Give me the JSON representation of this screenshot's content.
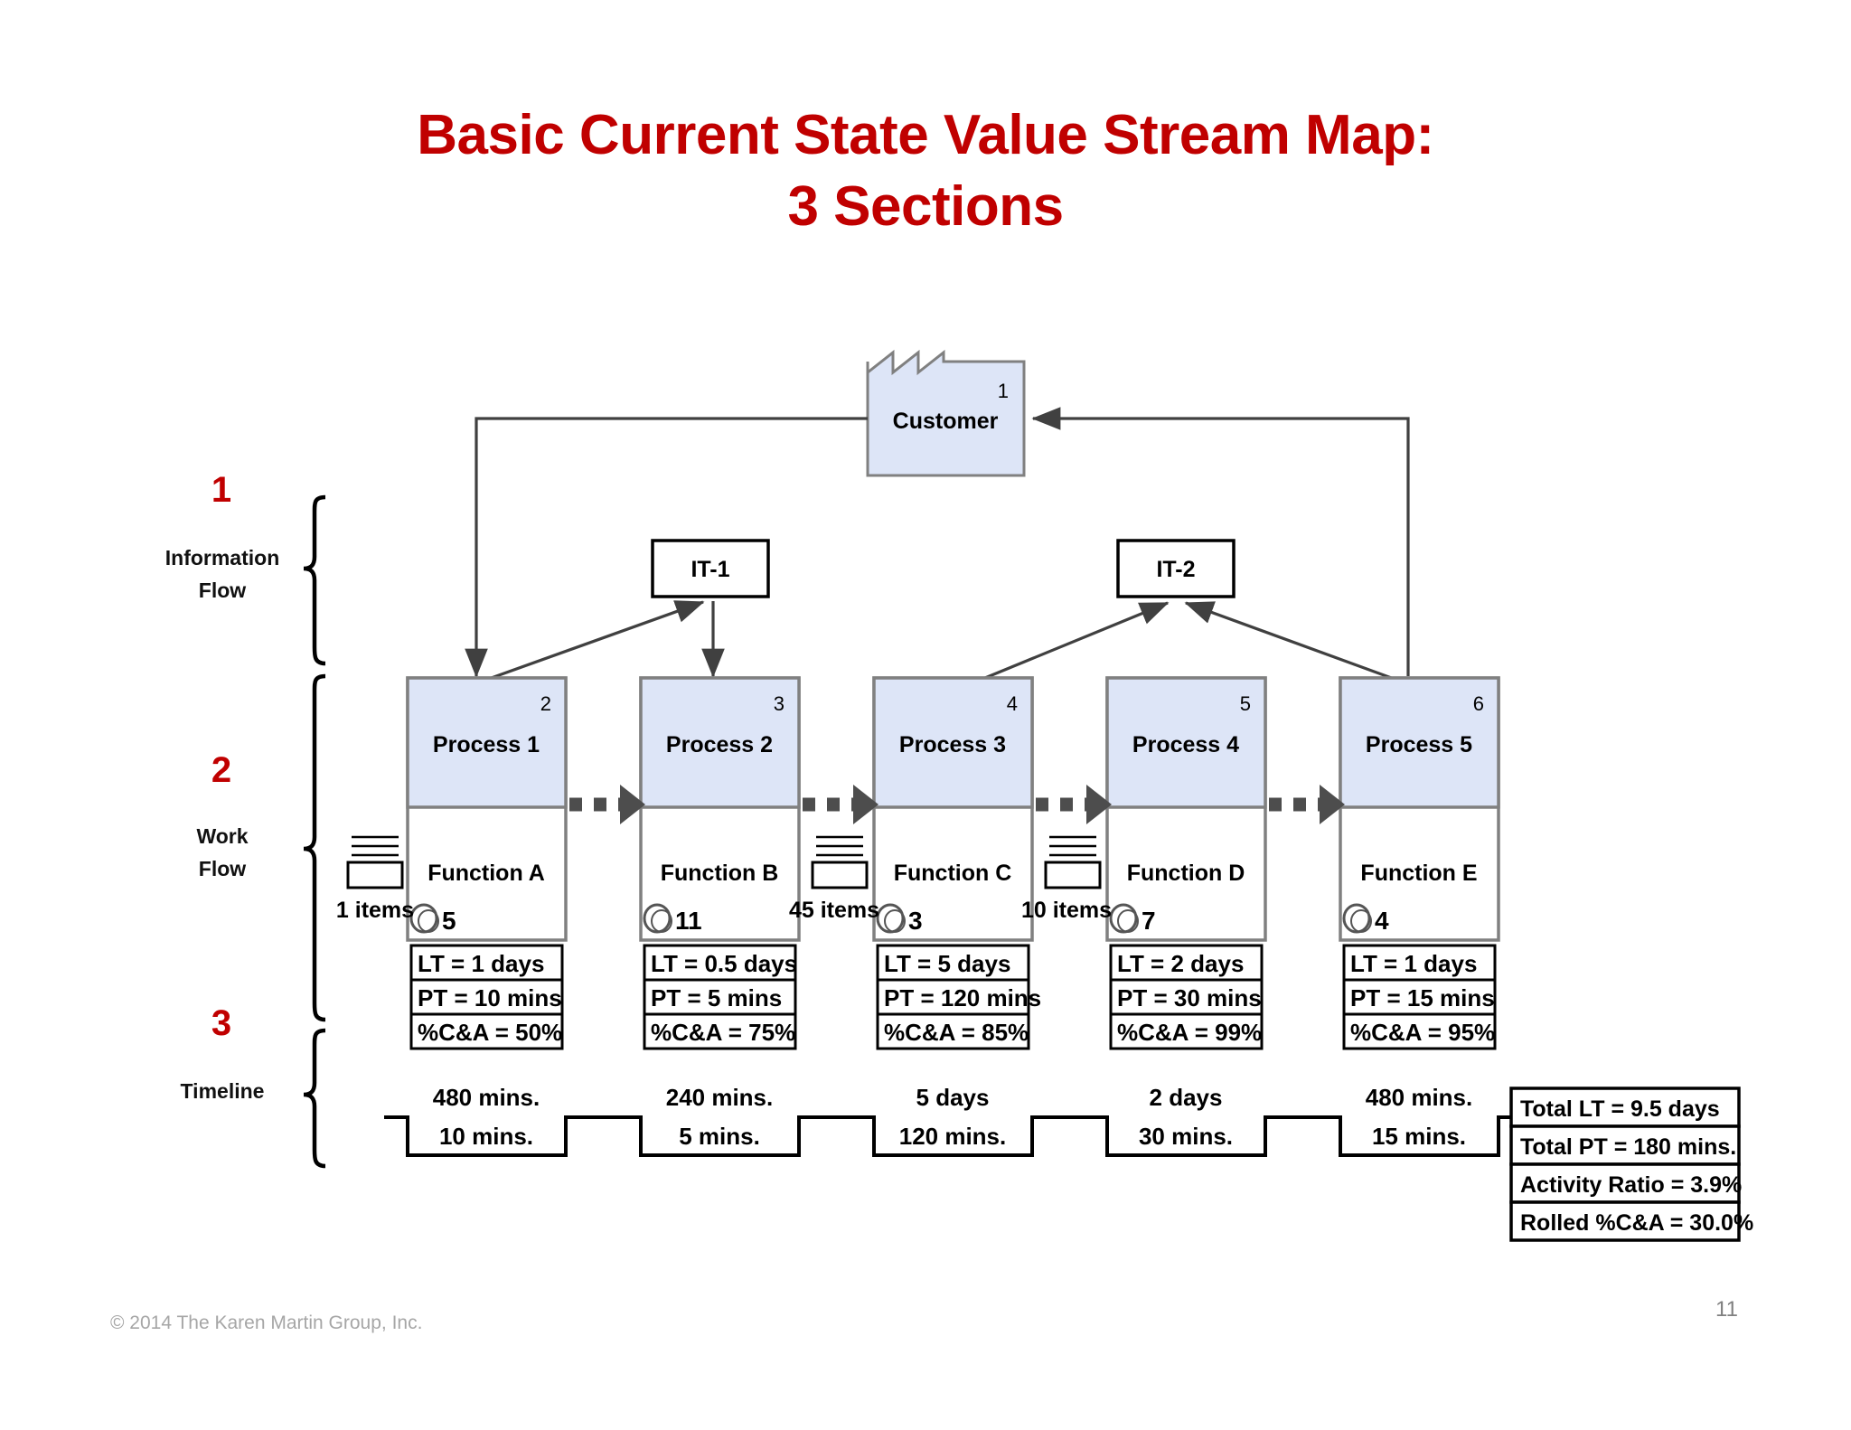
{
  "title": {
    "line1": "Basic Current State Value Stream Map:",
    "line2": "3 Sections",
    "color": "#c00000"
  },
  "sections": [
    {
      "number": "1",
      "label_line1": "Information",
      "label_line2": "Flow"
    },
    {
      "number": "2",
      "label_line1": "Work",
      "label_line2": "Flow"
    },
    {
      "number": "3",
      "label_line1": "Timeline",
      "label_line2": ""
    }
  ],
  "customer": {
    "name": "Customer",
    "number": "1"
  },
  "it_systems": [
    {
      "name": "IT-1"
    },
    {
      "name": "IT-2"
    }
  ],
  "processes": [
    {
      "number": "2",
      "name": "Process 1",
      "function": "Function A",
      "operators": "5",
      "lt": "LT = 1 days",
      "pt": "PT = 10 mins",
      "ca": "%C&A = 50%"
    },
    {
      "number": "3",
      "name": "Process 2",
      "function": "Function B",
      "operators": "11",
      "lt": "LT = 0.5 days",
      "pt": "PT = 5 mins",
      "ca": "%C&A = 75%"
    },
    {
      "number": "4",
      "name": "Process 3",
      "function": "Function C",
      "operators": "3",
      "lt": "LT = 5 days",
      "pt": "PT = 120 mins",
      "ca": "%C&A = 85%"
    },
    {
      "number": "5",
      "name": "Process 4",
      "function": "Function D",
      "operators": "7",
      "lt": "LT = 2 days",
      "pt": "PT = 30 mins",
      "ca": "%C&A = 99%"
    },
    {
      "number": "6",
      "name": "Process 5",
      "function": "Function E",
      "operators": "4",
      "lt": "LT = 1 days",
      "pt": "PT = 15 mins",
      "ca": "%C&A = 95%"
    }
  ],
  "inventories": [
    {
      "label": "1 items"
    },
    {
      "label": "45 items"
    },
    {
      "label": "10 items"
    }
  ],
  "timeline": [
    {
      "lead_time": "480 mins.",
      "process_time": "10 mins."
    },
    {
      "lead_time": "240 mins.",
      "process_time": "5 mins."
    },
    {
      "lead_time": "5 days",
      "process_time": "120 mins."
    },
    {
      "lead_time": "2 days",
      "process_time": "30 mins."
    },
    {
      "lead_time": "480 mins.",
      "process_time": "15 mins."
    }
  ],
  "summary": [
    {
      "text": "Total LT = 9.5 days"
    },
    {
      "text": "Total PT = 180 mins."
    },
    {
      "text": "Activity Ratio = 3.9%"
    },
    {
      "text": "Rolled %C&A = 30.0%"
    }
  ],
  "footer": {
    "copyright": "© 2014 The Karen Martin Group, Inc.",
    "page_number": "11"
  },
  "colors": {
    "title_red": "#c00000",
    "process_fill": "#dde5f7",
    "process_border": "#808080",
    "line": "#404040",
    "push_arrow": "#4d4d4d"
  }
}
